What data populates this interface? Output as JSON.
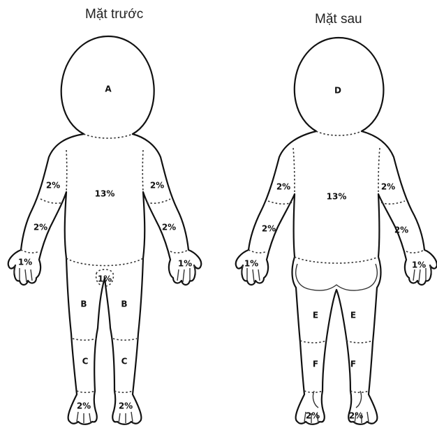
{
  "front_view": {
    "title": "Mặt trước",
    "labels": {
      "head": "A",
      "trunk": "13%",
      "upper_arm_left": "2%",
      "upper_arm_right": "2%",
      "forearm_left": "2%",
      "forearm_right": "2%",
      "hand_left": "1%",
      "hand_right": "1%",
      "genitals": "1%",
      "thigh_left": "B",
      "thigh_right": "B",
      "lower_leg_left": "C",
      "lower_leg_right": "C",
      "foot_left": "2%",
      "foot_right": "2%"
    }
  },
  "back_view": {
    "title": "Mặt sau",
    "labels": {
      "head": "D",
      "trunk": "13%",
      "upper_arm_left": "2%",
      "upper_arm_right": "2%",
      "forearm_left": "2%",
      "forearm_right": "2%",
      "hand_left": "1%",
      "hand_right": "1%",
      "thigh_left": "E",
      "thigh_right": "E",
      "lower_leg_left": "F",
      "lower_leg_right": "F",
      "foot_left": "2%",
      "foot_right": "2%"
    }
  }
}
